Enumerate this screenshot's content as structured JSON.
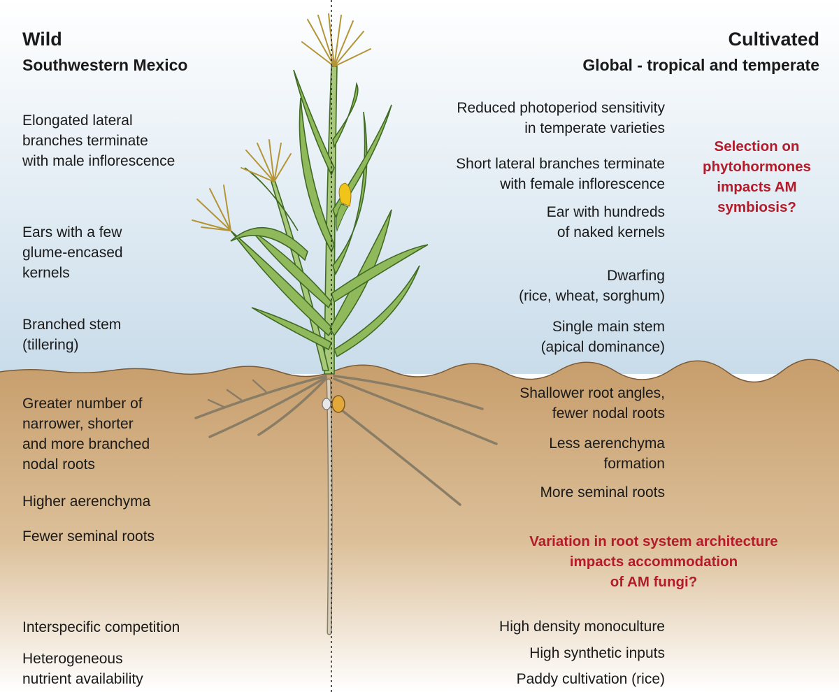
{
  "wild": {
    "title": "Wild",
    "subtitle": "Southwestern Mexico",
    "above": [
      "Elongated lateral\nbranches terminate\nwith male inflorescence",
      "Ears with a few\nglume-encased\nkernels",
      "Branched stem\n(tillering)"
    ],
    "below": [
      "Greater number of\nnarrower, shorter\nand more branched\nnodal roots",
      "Higher aerenchyma",
      "Fewer seminal roots"
    ],
    "environment": [
      "Interspecific competition",
      "Heterogeneous\nnutrient availability"
    ]
  },
  "cultivated": {
    "title": "Cultivated",
    "subtitle": "Global - tropical and temperate",
    "above": [
      "Reduced photoperiod sensitivity\nin temperate varieties",
      "Short lateral branches terminate\nwith female inflorescence",
      "Ear with hundreds\nof naked kernels",
      "Dwarfing\n(rice, wheat, sorghum)",
      "Single main stem\n(apical dominance)"
    ],
    "below": [
      "Shallower root angles,\nfewer nodal roots",
      "Less aerenchyma\nformation",
      "More seminal roots"
    ],
    "environment": [
      "High density monoculture",
      "High synthetic inputs",
      "Paddy cultivation (rice)"
    ]
  },
  "questions": {
    "phytohormones": "Selection on\nphytohormones\nimpacts AM\nsymbiosis?",
    "roots": "Variation in root system architecture\nimpacts accommodation\nof AM fungi?"
  },
  "colors": {
    "sky_top": "#ffffff",
    "sky_bottom": "#c9dcea",
    "soil_top": "#c79d6b",
    "soil_bottom": "#ffffff",
    "question_red": "#b31b2a",
    "leaf_green": "#8fb95a",
    "leaf_stroke": "#3f6a25",
    "tassel": "#b49536",
    "ear": "#f0c419",
    "root": "#c3b7a0"
  }
}
